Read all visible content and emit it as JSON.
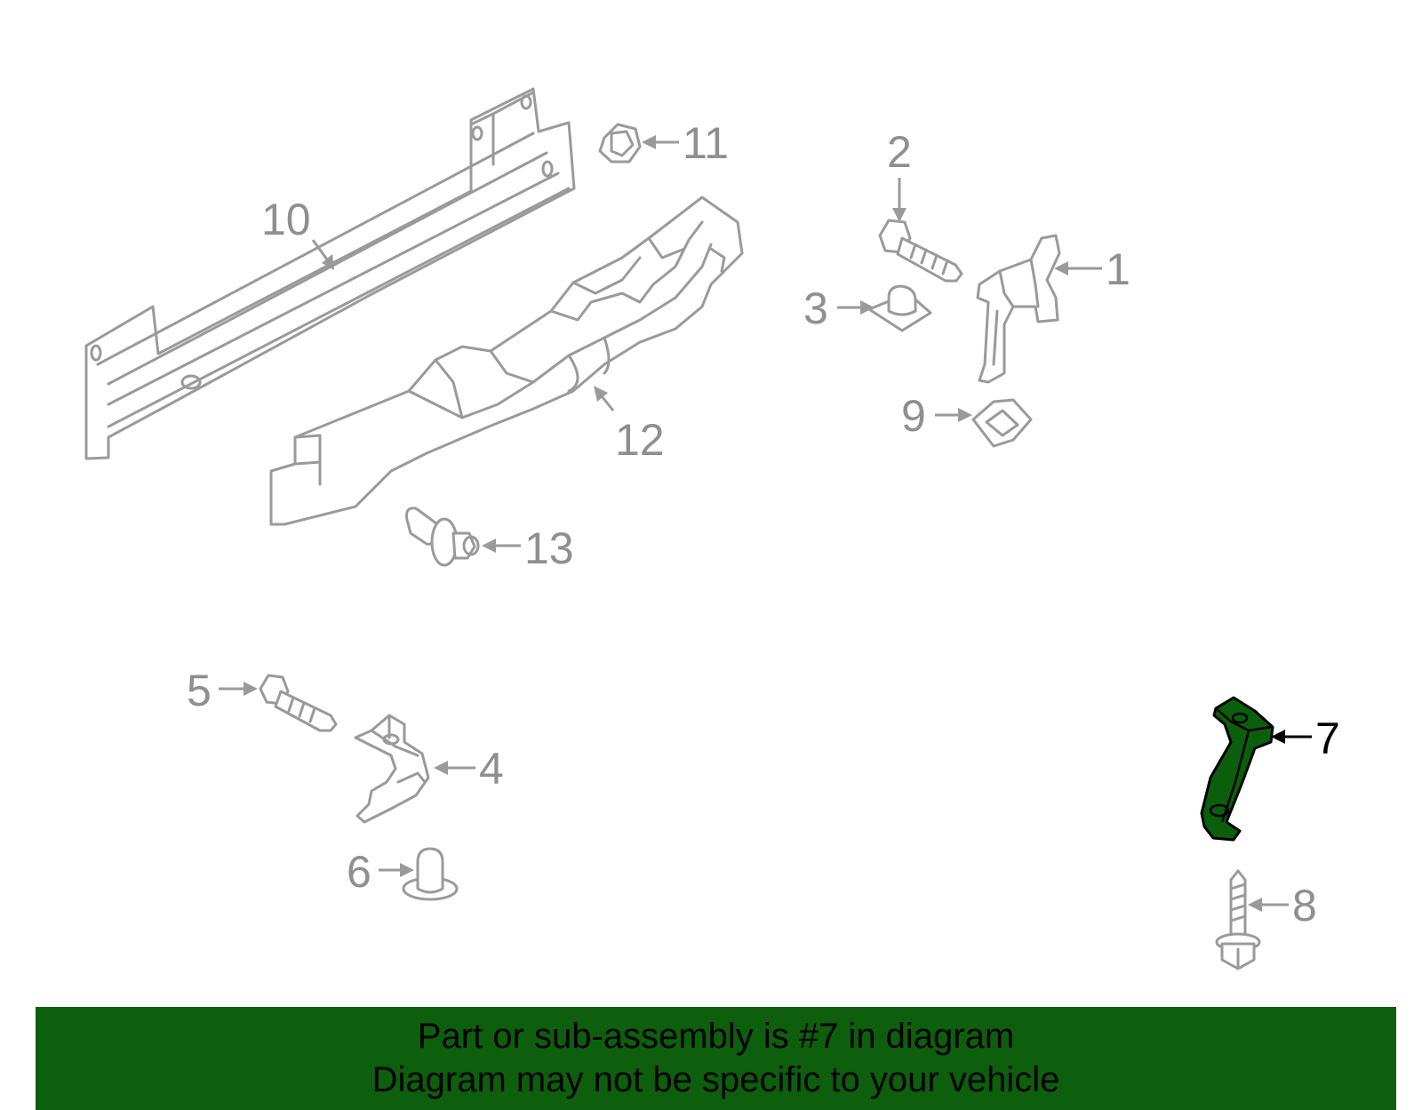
{
  "callouts": {
    "c1": "1",
    "c2": "2",
    "c3": "3",
    "c4": "4",
    "c5": "5",
    "c6": "6",
    "c7": "7",
    "c8": "8",
    "c9": "9",
    "c10": "10",
    "c11": "11",
    "c12": "12",
    "c13": "13"
  },
  "highlighted_part": "7",
  "colors": {
    "highlight": "#0b5e0b",
    "banner": "#0d5e0d",
    "line_art": "#9a9a9a"
  },
  "banner": {
    "line1": "Part or sub-assembly is #7 in diagram",
    "line2": "Diagram may not be specific to your vehicle"
  }
}
